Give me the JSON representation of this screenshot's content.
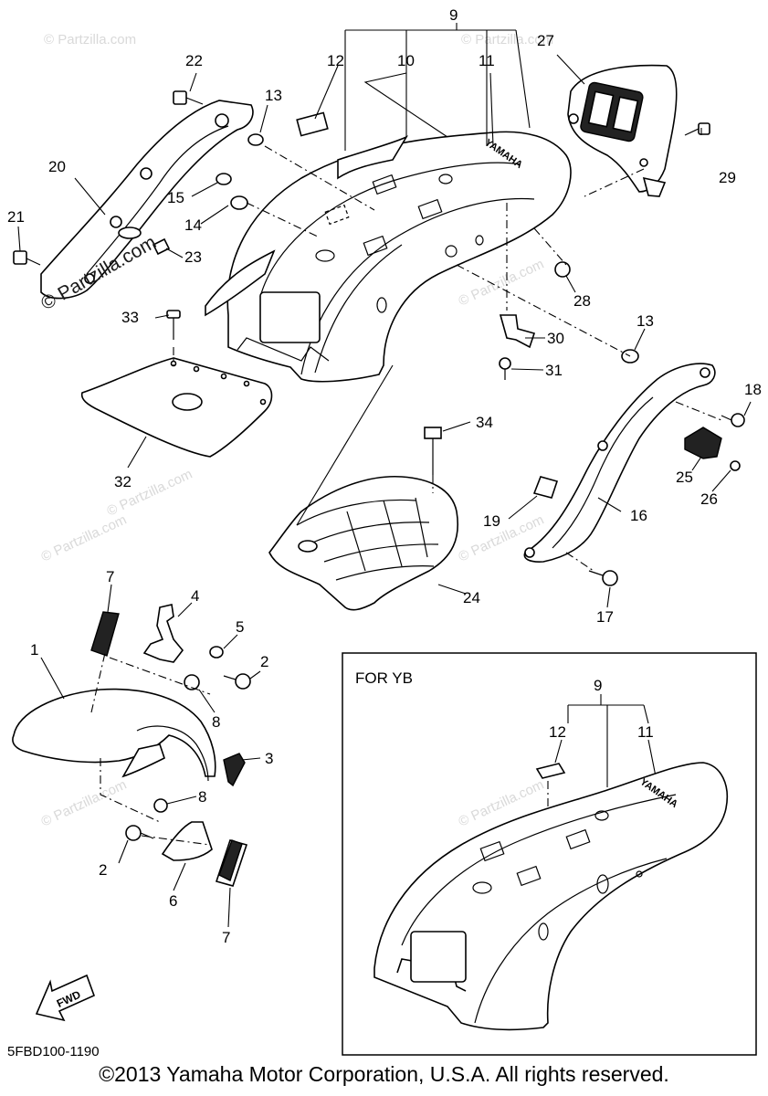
{
  "diagram": {
    "callouts": {
      "c1": "1",
      "c2a": "2",
      "c2b": "2",
      "c3": "3",
      "c4": "4",
      "c5": "5",
      "c6": "6",
      "c7a": "7",
      "c7b": "7",
      "c8a": "8",
      "c8b": "8",
      "c9": "9",
      "c10": "10",
      "c11": "11",
      "c12": "12",
      "c13a": "13",
      "c13b": "13",
      "c14": "14",
      "c15": "15",
      "c16": "16",
      "c17": "17",
      "c18": "18",
      "c19": "19",
      "c20": "20",
      "c21": "21",
      "c22": "22",
      "c23": "23",
      "c24": "24",
      "c25": "25",
      "c26": "26",
      "c27": "27",
      "c28": "28",
      "c29": "29",
      "c30": "30",
      "c31": "31",
      "c32": "32",
      "c33": "33",
      "c34": "34"
    },
    "inset": {
      "label": "FOR YB",
      "callouts": {
        "c9": "9",
        "c11": "11",
        "c12": "12"
      }
    },
    "fender_text": "YAMAHA",
    "fwd_arrow_text": "FWD",
    "watermarks": {
      "main": "© Partzilla.com",
      "repeat": "© Partzilla.com"
    },
    "diagram_code": "5FBD100-1190",
    "copyright": "©2013  Yamaha Motor Corporation, U.S.A. All rights reserved."
  }
}
